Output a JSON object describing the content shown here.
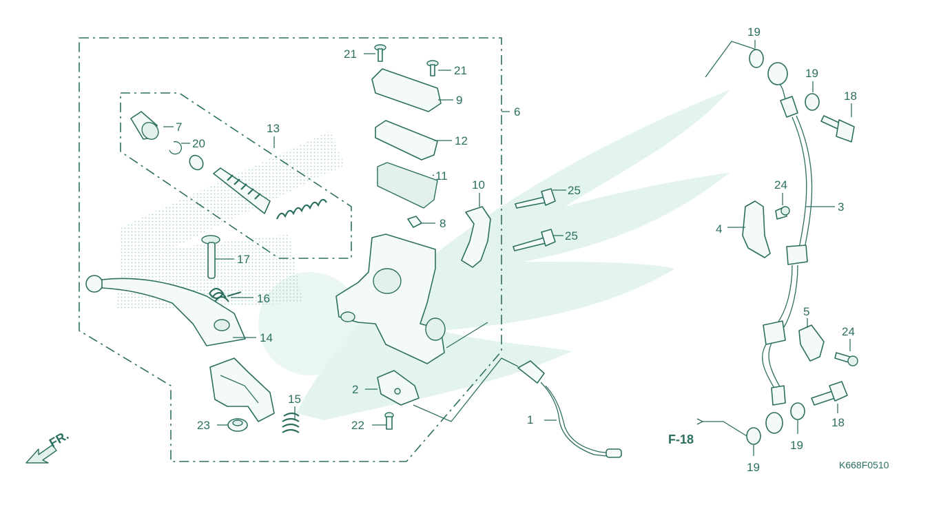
{
  "diagram": {
    "figure_code": "K668F0510",
    "direction_label": "FR.",
    "reference_label": "F-18",
    "callouts": [
      {
        "id": "c1",
        "label": "1"
      },
      {
        "id": "c2",
        "label": "2"
      },
      {
        "id": "c3",
        "label": "3"
      },
      {
        "id": "c4",
        "label": "4"
      },
      {
        "id": "c5",
        "label": "5"
      },
      {
        "id": "c6",
        "label": "6"
      },
      {
        "id": "c7",
        "label": "7"
      },
      {
        "id": "c8",
        "label": "8"
      },
      {
        "id": "c9",
        "label": "9"
      },
      {
        "id": "c10",
        "label": "10"
      },
      {
        "id": "c11",
        "label": "11"
      },
      {
        "id": "c12",
        "label": "12"
      },
      {
        "id": "c13",
        "label": "13"
      },
      {
        "id": "c14",
        "label": "14"
      },
      {
        "id": "c15",
        "label": "15"
      },
      {
        "id": "c16",
        "label": "16"
      },
      {
        "id": "c17",
        "label": "17"
      },
      {
        "id": "c18a",
        "label": "18"
      },
      {
        "id": "c18b",
        "label": "18"
      },
      {
        "id": "c19a",
        "label": "19"
      },
      {
        "id": "c19b",
        "label": "19"
      },
      {
        "id": "c19c",
        "label": "19"
      },
      {
        "id": "c19d",
        "label": "19"
      },
      {
        "id": "c20",
        "label": "20"
      },
      {
        "id": "c21a",
        "label": "21"
      },
      {
        "id": "c21b",
        "label": "21"
      },
      {
        "id": "c22",
        "label": "22"
      },
      {
        "id": "c23",
        "label": "23"
      },
      {
        "id": "c24a",
        "label": "24"
      },
      {
        "id": "c24b",
        "label": "24"
      },
      {
        "id": "c25a",
        "label": "25"
      },
      {
        "id": "c25b",
        "label": "25"
      }
    ],
    "colors": {
      "ink": "#2b6e5f",
      "watermark": "#e3f4ee",
      "background": "#ffffff"
    }
  }
}
